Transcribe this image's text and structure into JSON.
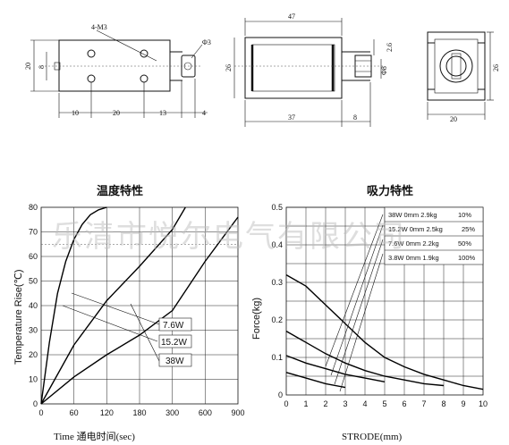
{
  "drawing": {
    "dims_front": [
      "4-M3",
      "Φ3",
      "20",
      "8",
      "10",
      "20",
      "13",
      "4"
    ],
    "dims_side": [
      "47",
      "26",
      "2.6",
      "Φ8",
      "37",
      "8"
    ],
    "dims_end": [
      "26",
      "20"
    ]
  },
  "watermark": "乐清市悦尔电气有限公司",
  "temp_chart": {
    "title": "温度特性",
    "ylabel": "Temperature Rise(℃)",
    "xlabel": "Time 通电时间(sec)",
    "yticks": [
      "0",
      "10",
      "20",
      "30",
      "40",
      "50",
      "60",
      "70",
      "80"
    ],
    "xticks": [
      "0",
      "60",
      "120",
      "180",
      "300",
      "600",
      "900"
    ],
    "legend": [
      "7.6W",
      "15.2W",
      "38W"
    ]
  },
  "force_chart": {
    "title": "吸力特性",
    "ylabel": "Force(kg)",
    "xlabel": "STRODE(mm)",
    "yticks": [
      "0",
      "0.1",
      "0.2",
      "0.3",
      "0.4",
      "0.5"
    ],
    "xticks": [
      "0",
      "1",
      "2",
      "3",
      "4",
      "5",
      "6",
      "7",
      "8",
      "9",
      "10"
    ],
    "legend": [
      {
        "label": "38W 0mm 2.9kg",
        "duty": "10%"
      },
      {
        "label": "15.2W 0mm 2.5kg",
        "duty": "25%"
      },
      {
        "label": "7.6W 0mm 2.2kg",
        "duty": "50%"
      },
      {
        "label": "3.8W 0mm 1.9kg",
        "duty": "100%"
      }
    ]
  },
  "chart_data": [
    {
      "type": "line",
      "title": "温度特性",
      "xlabel": "Time 通电时间(sec)",
      "ylabel": "Temperature Rise(℃)",
      "ylim": [
        0,
        80
      ],
      "x_ticks": [
        0,
        60,
        120,
        180,
        300,
        600,
        900
      ],
      "series": [
        {
          "name": "38W",
          "x": [
            0,
            15,
            30,
            45,
            60,
            75,
            90,
            105,
            120
          ],
          "y": [
            0,
            25,
            45,
            58,
            67,
            73,
            77,
            79,
            80
          ]
        },
        {
          "name": "15.2W",
          "x": [
            0,
            60,
            120,
            180,
            300,
            420
          ],
          "y": [
            0,
            24,
            42,
            56,
            71,
            80
          ]
        },
        {
          "name": "7.6W",
          "x": [
            0,
            60,
            120,
            180,
            300,
            600,
            900
          ],
          "y": [
            0,
            11,
            20,
            28,
            38,
            58,
            76
          ]
        }
      ],
      "grid": true
    },
    {
      "type": "line",
      "title": "吸力特性",
      "xlabel": "STRODE(mm)",
      "ylabel": "Force(kg)",
      "xlim": [
        0,
        10
      ],
      "ylim": [
        0,
        0.5
      ],
      "series": [
        {
          "name": "38W 0mm 2.9kg",
          "x": [
            0,
            1,
            2,
            3,
            4,
            5,
            6,
            7,
            8,
            9,
            10
          ],
          "y": [
            0.32,
            0.29,
            0.24,
            0.19,
            0.14,
            0.1,
            0.075,
            0.055,
            0.04,
            0.025,
            0.015
          ]
        },
        {
          "name": "15.2W 0mm 2.5kg",
          "x": [
            0,
            1,
            2,
            3,
            4,
            5,
            6,
            7,
            8
          ],
          "y": [
            0.17,
            0.14,
            0.11,
            0.085,
            0.065,
            0.05,
            0.04,
            0.03,
            0.025
          ]
        },
        {
          "name": "7.6W 0mm 2.2kg",
          "x": [
            0,
            1,
            2,
            3,
            4,
            5
          ],
          "y": [
            0.105,
            0.085,
            0.07,
            0.055,
            0.045,
            0.035
          ]
        },
        {
          "name": "3.8W 0mm 1.9kg",
          "x": [
            0,
            1,
            2,
            3
          ],
          "y": [
            0.06,
            0.045,
            0.03,
            0.02
          ]
        }
      ],
      "grid": true
    }
  ]
}
